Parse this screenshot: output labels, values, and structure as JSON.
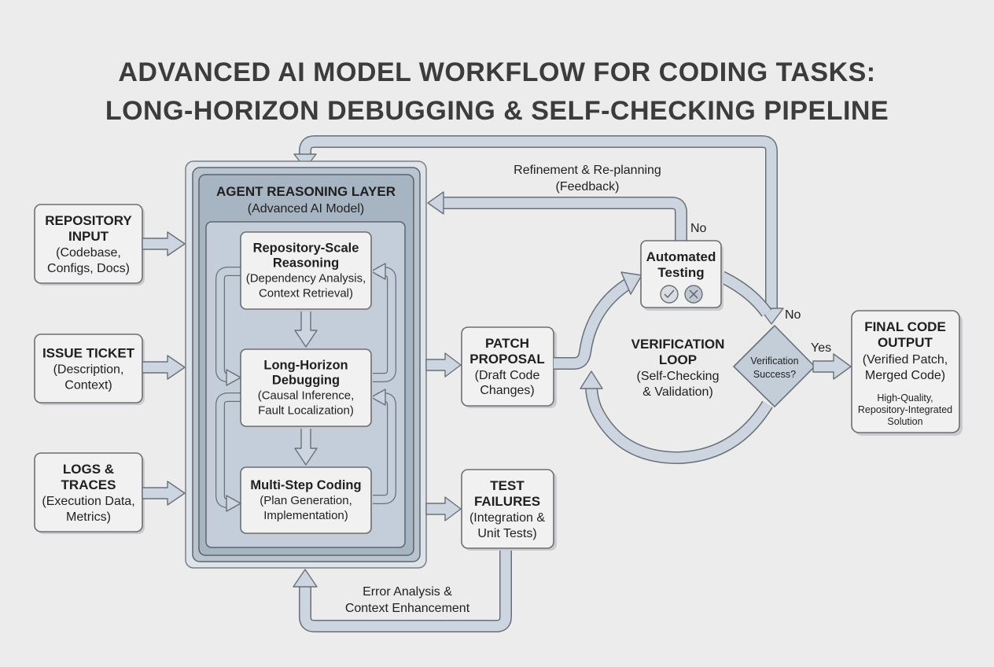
{
  "title": {
    "line1": "ADVANCED AI MODEL WORKFLOW FOR CODING TASKS:",
    "line2": "LONG-HORIZON DEBUGGING & SELF-CHECKING PIPELINE"
  },
  "inputs": [
    {
      "lines": [
        "REPOSITORY",
        "INPUT"
      ],
      "sub": [
        "(Codebase,",
        "Configs, Docs)"
      ]
    },
    {
      "lines": [
        "ISSUE TICKET"
      ],
      "sub": [
        "(Description,",
        "Context)"
      ]
    },
    {
      "lines": [
        "LOGS &",
        "TRACES"
      ],
      "sub": [
        "(Execution Data,",
        "Metrics)"
      ]
    }
  ],
  "agent_layer": {
    "title": "AGENT REASONING LAYER",
    "subtitle": "(Advanced AI Model)",
    "stages": [
      {
        "lines": [
          "Repository-Scale",
          "Reasoning"
        ],
        "sub": [
          "(Dependency Analysis,",
          "Context Retrieval)"
        ]
      },
      {
        "lines": [
          "Long-Horizon",
          "Debugging"
        ],
        "sub": [
          "(Causal Inference,",
          "Fault Localization)"
        ]
      },
      {
        "lines": [
          "Multi-Step Coding"
        ],
        "sub": [
          "(Plan Generation,",
          "Implementation)"
        ]
      }
    ]
  },
  "patch_proposal": {
    "lines": [
      "PATCH",
      "PROPOSAL"
    ],
    "sub": [
      "(Draft Code",
      "Changes)"
    ]
  },
  "test_failures": {
    "lines": [
      "TEST",
      "FAILURES"
    ],
    "sub": [
      "(Integration &",
      "Unit Tests)"
    ]
  },
  "verification_loop": {
    "lines": [
      "VERIFICATION",
      "LOOP"
    ],
    "sub": [
      "(Self-Checking",
      "& Validation)"
    ]
  },
  "automated_testing": {
    "lines": [
      "Automated",
      "Testing"
    ],
    "icons": [
      "check-icon",
      "cross-icon"
    ]
  },
  "decision": {
    "lines": [
      "Verification",
      "Success?"
    ]
  },
  "final_output": {
    "lines": [
      "FINAL CODE",
      "OUTPUT"
    ],
    "sub": [
      "(Verified Patch,",
      "Merged Code)"
    ],
    "note": [
      "High-Quality,",
      "Repository-Integrated",
      "Solution"
    ]
  },
  "edge_labels": {
    "refinement": [
      "Refinement & Re-planning",
      "(Feedback)"
    ],
    "error_analysis": [
      "Error Analysis &",
      "Context Enhancement"
    ],
    "no_testing": "No",
    "no_decision": "No",
    "yes_decision": "Yes"
  },
  "colors": {
    "background": "#ececec",
    "box_fill": "#f1f1f1",
    "arrow_fill": "#cdd6e0",
    "outline": "#6a7079",
    "frame_dark": "#a7b4c2",
    "text": "#1f1f1f"
  }
}
